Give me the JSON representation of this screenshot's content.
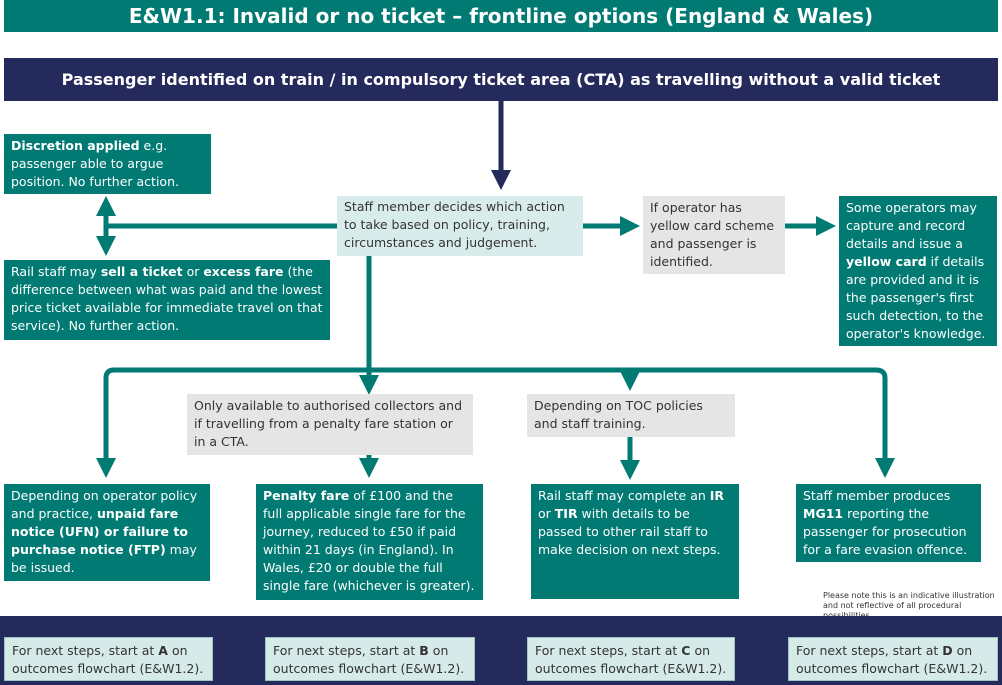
{
  "title": "E&W1.1: Invalid or no ticket – frontline options (England & Wales)",
  "header": "Passenger identified on train / in compulsory ticket area (CTA) as travelling without a valid ticket",
  "discretion": {
    "bold": "Discretion applied",
    "rest": " e.g. passenger able to argue position. No further action."
  },
  "sell_ticket": {
    "p1": "Rail staff may ",
    "b1": "sell a ticket",
    "p2": " or ",
    "b2": "excess fare",
    "p3": " (the difference between what was paid and the lowest price ticket available for immediate travel on that service). No further action."
  },
  "decision": "Staff member decides which action to take based on policy, training, circumstances and judgement.",
  "yellow_condition": "If operator has yellow card scheme and passenger is identified.",
  "yellow_outcome": {
    "p1": "Some operators may capture and record details and issue a ",
    "b1": "yellow card",
    "p2": " if details are provided and it is the passenger's first such detection, to the operator's knowledge."
  },
  "authorised_note": "Only available to authorised collectors and if travelling from a penalty fare station or in a CTA.",
  "toc_note": "Depending on TOC policies and staff training.",
  "ufn": {
    "p1": "Depending on operator policy and practice, ",
    "b1": "unpaid fare notice (UFN) or failure to purchase notice (FTP)",
    "p2": " may be issued."
  },
  "penalty": {
    "b1": "Penalty fare",
    "p1": " of £100 and the full applicable single fare for the journey, reduced to £50 if paid within 21 days (in England). In Wales, £20 or double the full single fare (whichever is greater)."
  },
  "ir_tir": {
    "p1": "Rail staff may complete an ",
    "b1": "IR",
    "p2": " or ",
    "b2": "TIR",
    "p3": " with details to be passed to other rail staff to make decision on next steps."
  },
  "mg11": {
    "p1": "Staff member produces ",
    "b1": "MG11",
    "p2": " reporting the passenger for prosecution for a fare evasion offence."
  },
  "note": "Please note this is an indicative illustration and not reflective of all procedural possibilities",
  "next_steps": [
    {
      "p1": "For next steps, start at ",
      "letter": "A",
      "p2": " on outcomes flowchart (E&W1.2)."
    },
    {
      "p1": "For next steps, start at ",
      "letter": "B",
      "p2": " on outcomes flowchart (E&W1.2)."
    },
    {
      "p1": "For next steps, start at ",
      "letter": "C",
      "p2": " on outcomes flowchart (E&W1.2)."
    },
    {
      "p1": "For next steps, start at ",
      "letter": "D",
      "p2": " on outcomes flowchart (E&W1.2)."
    }
  ],
  "colors": {
    "teal": "#007a73",
    "navy": "#242a5c",
    "light_blue": "#d9ecec",
    "grey": "#e5e5e5"
  }
}
